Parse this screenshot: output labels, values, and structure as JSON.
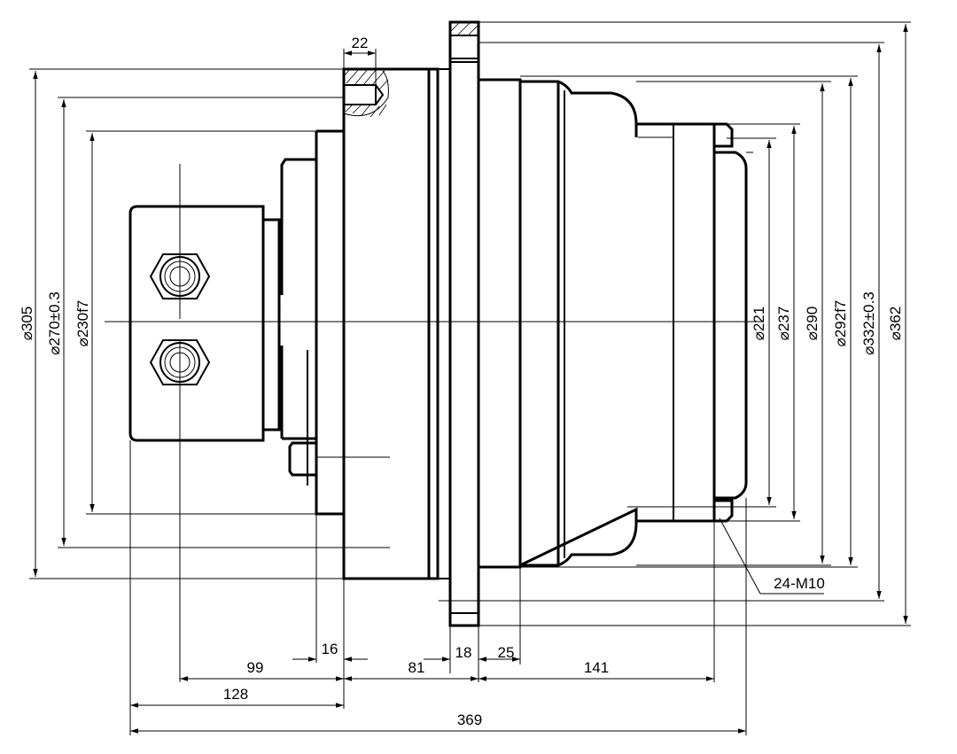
{
  "drawing": {
    "dims_vertical": [
      {
        "id": "d305",
        "text": "⌀305"
      },
      {
        "id": "d270",
        "text": "⌀270±0.3"
      },
      {
        "id": "d230",
        "text": "⌀230f7"
      },
      {
        "id": "d221",
        "text": "⌀221"
      },
      {
        "id": "d237",
        "text": "⌀237"
      },
      {
        "id": "d290",
        "text": "⌀290"
      },
      {
        "id": "d292",
        "text": "⌀292f7"
      },
      {
        "id": "d332",
        "text": "⌀332±0.3"
      },
      {
        "id": "d362",
        "text": "⌀362"
      }
    ],
    "dims_horizontal": [
      {
        "id": "h22",
        "text": "22"
      },
      {
        "id": "h99",
        "text": "99"
      },
      {
        "id": "h16",
        "text": "16"
      },
      {
        "id": "h81",
        "text": "81"
      },
      {
        "id": "h18",
        "text": "18"
      },
      {
        "id": "h25",
        "text": "25"
      },
      {
        "id": "h141",
        "text": "141"
      },
      {
        "id": "h128",
        "text": "128"
      },
      {
        "id": "h369",
        "text": "369"
      }
    ],
    "callout": {
      "text": "24-M10"
    }
  }
}
